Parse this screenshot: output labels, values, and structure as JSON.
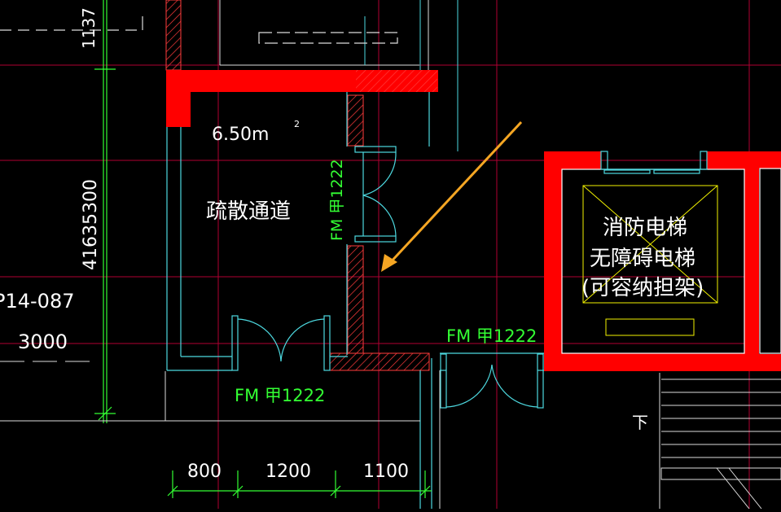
{
  "drawing": {
    "area_value": "6.50m",
    "area_superscript": "2",
    "corridor_label": "疏散通道",
    "elevator": {
      "line1": "消防电梯",
      "line2": "无障碍电梯",
      "line3": "(可容纳担架)"
    },
    "door_tags": {
      "vertical": "FM 甲1222",
      "bottom": "FM 甲1222",
      "right": "FM 甲1222"
    },
    "dimensions": {
      "bottom": [
        "800",
        "1200",
        "1100"
      ],
      "vertical_top": "1137",
      "vertical_mid": "41635300"
    },
    "left_labels": {
      "code": "P14-087",
      "value": "3000"
    },
    "stair_label": "下"
  },
  "colors": {
    "background": "#000000",
    "wall_red": "#ff0000",
    "hatch_red": "#ff3b3b",
    "cyan": "#4dd9e0",
    "green": "#33ff33",
    "yellow": "#f2f200",
    "grid_red": "#b00032",
    "arrow_orange": "#f5a623"
  }
}
